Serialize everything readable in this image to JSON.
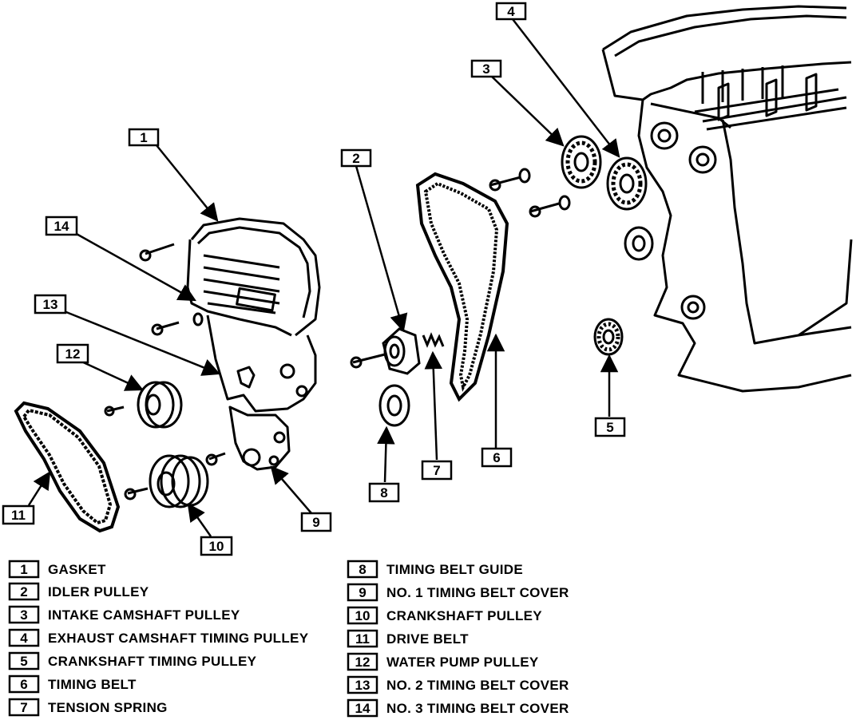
{
  "callouts": [
    "1",
    "2",
    "3",
    "4",
    "5",
    "6",
    "7",
    "8",
    "9",
    "10",
    "11",
    "12",
    "13",
    "14"
  ],
  "legend": [
    {
      "num": "1",
      "text": "GASKET"
    },
    {
      "num": "2",
      "text": "IDLER PULLEY"
    },
    {
      "num": "3",
      "text": "INTAKE CAMSHAFT PULLEY"
    },
    {
      "num": "4",
      "text": "EXHAUST CAMSHAFT TIMING PULLEY"
    },
    {
      "num": "5",
      "text": "CRANKSHAFT TIMING PULLEY"
    },
    {
      "num": "6",
      "text": "TIMING BELT"
    },
    {
      "num": "7",
      "text": "TENSION SPRING"
    },
    {
      "num": "8",
      "text": "TIMING BELT GUIDE"
    },
    {
      "num": "9",
      "text": "NO. 1 TIMING BELT COVER"
    },
    {
      "num": "10",
      "text": "CRANKSHAFT PULLEY"
    },
    {
      "num": "11",
      "text": "DRIVE BELT"
    },
    {
      "num": "12",
      "text": "WATER PUMP PULLEY"
    },
    {
      "num": "13",
      "text": "NO. 2 TIMING BELT COVER"
    },
    {
      "num": "14",
      "text": "NO. 3 TIMING BELT COVER"
    }
  ]
}
